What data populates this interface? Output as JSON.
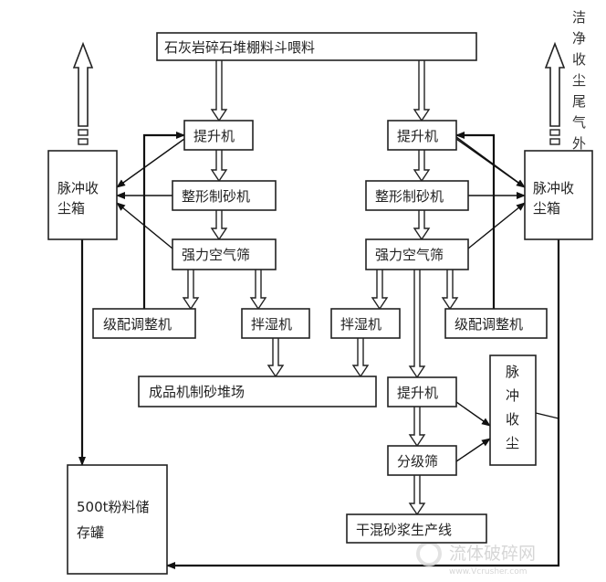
{
  "nodes": {
    "feed": "石灰岩碎石堆棚料斗喂料",
    "elevator_l": "提升机",
    "shaper_l": "整形制砂机",
    "airscreen_l": "强力空气筛",
    "dust_l": [
      "脉冲收",
      "尘箱"
    ],
    "grading_l": "级配调整机",
    "mixer_l": "拌湿机",
    "elevator_r": "提升机",
    "shaper_r": "整形制砂机",
    "airscreen_r": "强力空气筛",
    "dust_r": [
      "脉冲收",
      "尘箱"
    ],
    "mixer_r": "拌湿机",
    "grading_r": "级配调整机",
    "stockyard": "成品机制砂堆场",
    "elevator_low": "提升机",
    "classifier": "分级筛",
    "drymortar": "干混砂浆生产线",
    "dust_small": [
      "脉",
      "冲",
      "收",
      "尘"
    ],
    "tank": [
      "500t粉料储",
      "存罐"
    ]
  },
  "exhaust_label": [
    "洁",
    "净",
    "收",
    "尘",
    "尾",
    "气",
    "外"
  ],
  "watermark": {
    "cn": "流体破碎网",
    "url": "www.Vcrusher.com"
  }
}
